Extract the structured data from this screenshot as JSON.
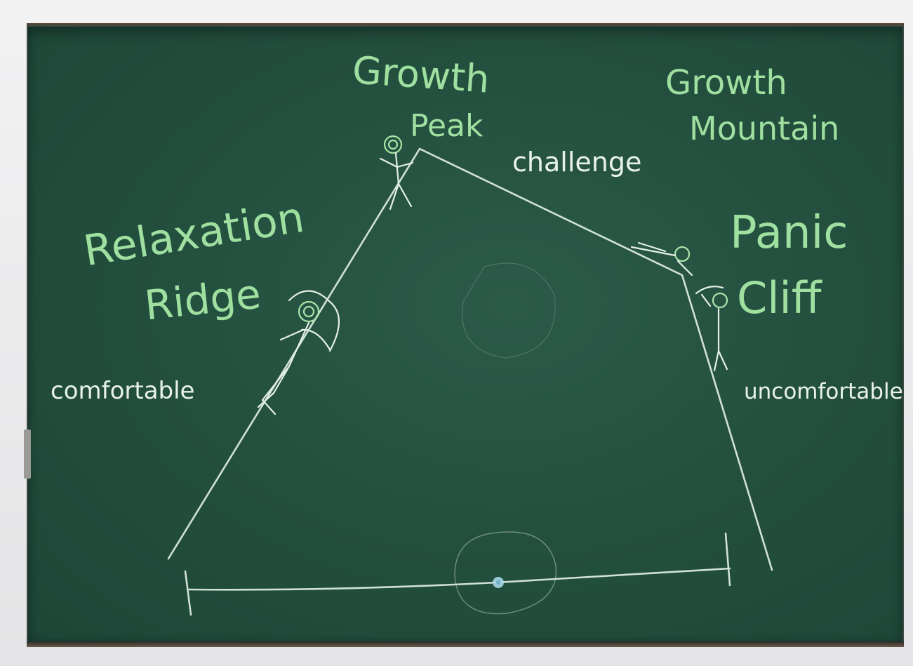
{
  "labels": {
    "growth_peak_line1": "Growth",
    "growth_peak_line2": "Peak",
    "challenge": "challenge",
    "growth_mountain_line1": "Growth",
    "growth_mountain_line2": "Mountain",
    "relaxation_ridge_line1": "Relaxation",
    "relaxation_ridge_line2": "Ridge",
    "panic_cliff_line1": "Panic",
    "panic_cliff_line2": "Cliff",
    "comfortable": "comfortable",
    "uncomfortable": "uncomfortable"
  },
  "colors": {
    "board": "#24503f",
    "chalk_green": "#9fe0a0",
    "chalk_white": "#e8f2ea",
    "chalk_blue": "#a9d8e8"
  }
}
